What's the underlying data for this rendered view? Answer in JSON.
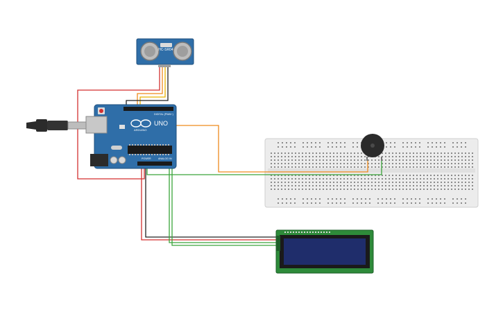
{
  "sensor": {
    "label": "HC-SR04"
  },
  "arduino": {
    "brand": "ARDUINO",
    "model": "UNO",
    "tag": "DIGITAL (PWM~)",
    "power_label": "POWER",
    "analog_label": "ANALOG IN"
  },
  "colors": {
    "board": "#2f6ea8",
    "board_edge": "#1f4f7d",
    "wire_red": "#d32f2f",
    "wire_black": "#212121",
    "wire_orange": "#ef8a1c",
    "wire_yellow": "#e8b200",
    "wire_green": "#3aa43a",
    "lcd_pcb": "#2e8b3a",
    "lcd_screen": "#1f2d6b",
    "breadboard": "#ececec",
    "buzzer": "#2b2b2b"
  },
  "icons": {
    "usb_plug": "usb-plug-icon",
    "reset": "reset-button-icon",
    "logo": "infinity-logo-icon"
  }
}
